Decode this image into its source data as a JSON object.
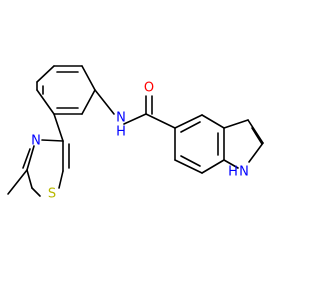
{
  "molecule": {
    "atoms": [
      {
        "id": "N1",
        "label": "N",
        "color": "#0000ff",
        "part": "amide"
      },
      {
        "id": "H1",
        "label": "H",
        "color": "#0000ff",
        "part": "amide"
      },
      {
        "id": "O1",
        "label": "O",
        "color": "#ff0000",
        "part": "carbonyl"
      },
      {
        "id": "N2",
        "label": "N",
        "color": "#0000ff",
        "part": "thiazole"
      },
      {
        "id": "S1",
        "label": "S",
        "color": "#b8b800",
        "part": "thiazole"
      },
      {
        "id": "H2",
        "label": "H",
        "color": "#0000ff",
        "part": "indole"
      },
      {
        "id": "N3",
        "label": "N",
        "color": "#0000ff",
        "part": "indole"
      }
    ]
  }
}
